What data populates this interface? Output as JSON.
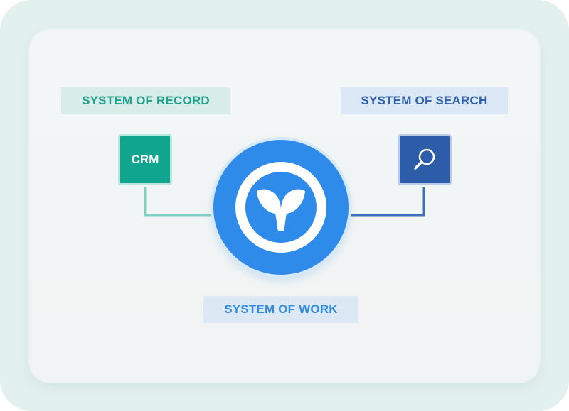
{
  "labels": {
    "system_of_record": "SYSTEM OF RECORD",
    "system_of_search": "SYSTEM OF SEARCH",
    "system_of_work": "SYSTEM OF WORK"
  },
  "nodes": {
    "crm": {
      "label": "CRM",
      "color": "#0fa58f"
    },
    "search": {
      "icon": "magnifier-icon",
      "color": "#2d5da8"
    },
    "hub": {
      "icon": "whale-tail-icon",
      "color": "#2f8be9"
    }
  },
  "colors": {
    "record_text": "#1fa08e",
    "search_text": "#2c5fae",
    "work_text": "#2f8be6",
    "record_line": "#7fd0c4",
    "search_line": "#3d6fbf"
  }
}
